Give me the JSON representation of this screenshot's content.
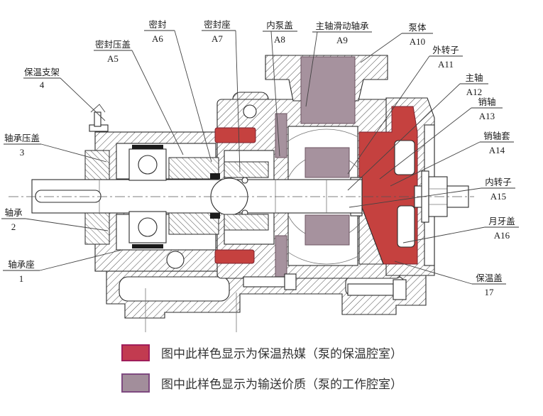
{
  "callouts": {
    "c1": {
      "name": "轴承座",
      "code": "1"
    },
    "c2": {
      "name": "轴承",
      "code": "2"
    },
    "c3": {
      "name": "轴承压盖",
      "code": "3"
    },
    "c4": {
      "name": "保温支架",
      "code": "4"
    },
    "a5": {
      "name": "密封压盖",
      "code": "A5"
    },
    "a6": {
      "name": "密封",
      "code": "A6"
    },
    "a7": {
      "name": "密封座",
      "code": "A7"
    },
    "a8": {
      "name": "内泵盖",
      "code": "A8"
    },
    "a9": {
      "name": "主轴滑动轴承",
      "code": "A9"
    },
    "a10": {
      "name": "泵体",
      "code": "A10"
    },
    "a11": {
      "name": "外转子",
      "code": "A11"
    },
    "a12": {
      "name": "主轴",
      "code": "A12"
    },
    "a13": {
      "name": "销轴",
      "code": "A13"
    },
    "a14": {
      "name": "销轴套",
      "code": "A14"
    },
    "a15": {
      "name": "内转子",
      "code": "A15"
    },
    "a16": {
      "name": "月牙盖",
      "code": "A16"
    },
    "c17": {
      "name": "保温盖",
      "code": "17"
    }
  },
  "legend": {
    "items": [
      {
        "label": "图中此样色显示为保温热媒（泵的保温腔室）",
        "color": "#c23b50",
        "border": "#a01e5a"
      },
      {
        "label": "图中此样色显示为输送价质（泵的工作腔室）",
        "color": "#a28e9b",
        "border": "#7e4a80"
      }
    ]
  },
  "colors": {
    "insulation": "#c5413f",
    "medium": "#a6929e"
  }
}
